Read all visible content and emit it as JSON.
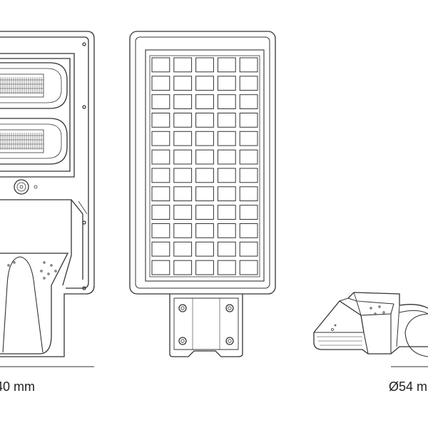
{
  "dimensions": {
    "left_label": "40 mm",
    "right_label": "Ø54 m"
  },
  "solar_panel": {
    "rows": 12,
    "cols": 5
  },
  "colors": {
    "line": "#333333",
    "background": "#ffffff"
  }
}
